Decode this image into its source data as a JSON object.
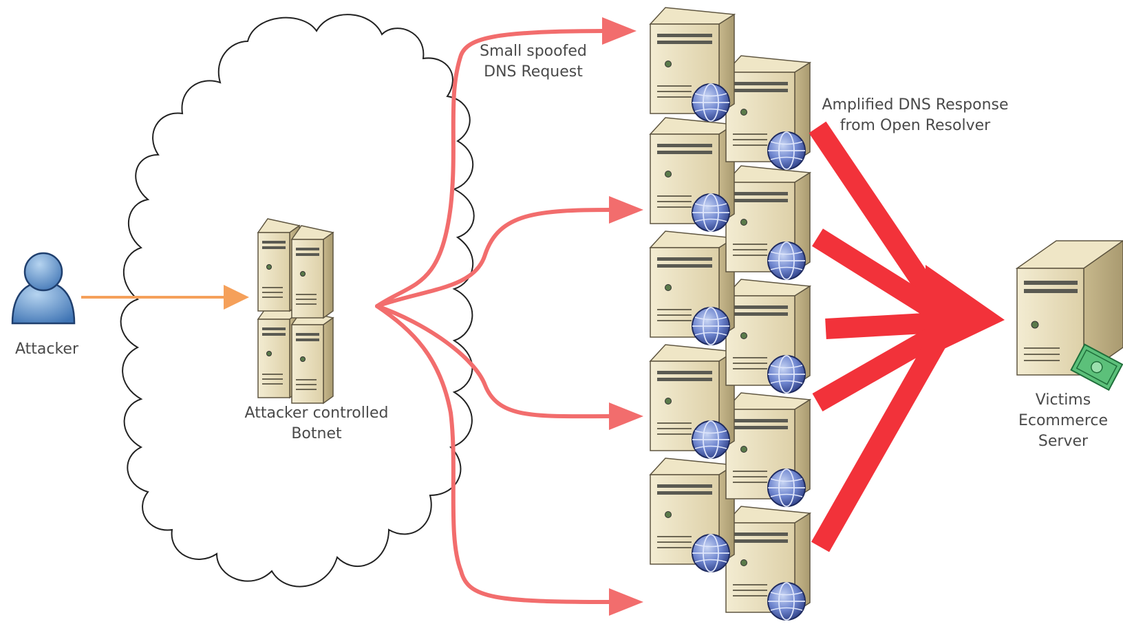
{
  "labels": {
    "attacker": "Attacker",
    "botnet": [
      "Attacker controlled",
      "Botnet"
    ],
    "request": [
      "Small spoofed",
      "DNS Request"
    ],
    "response": [
      "Amplified DNS Response",
      "from Open Resolver"
    ],
    "victim": [
      "Victims",
      "Ecommerce",
      "Server"
    ]
  },
  "colors": {
    "request_arrow": "#f26d6d",
    "response_arrow": "#f2323a",
    "attacker_arrow": "#f5a05a",
    "server_body": "#e6dcbb",
    "globe": "#3f57a8",
    "person": "#6b9fd1"
  },
  "icons": {
    "attacker": "person-icon",
    "botnet": "server-cluster-icon",
    "resolver": "dns-server-globe-icon",
    "victim": "server-money-icon"
  }
}
